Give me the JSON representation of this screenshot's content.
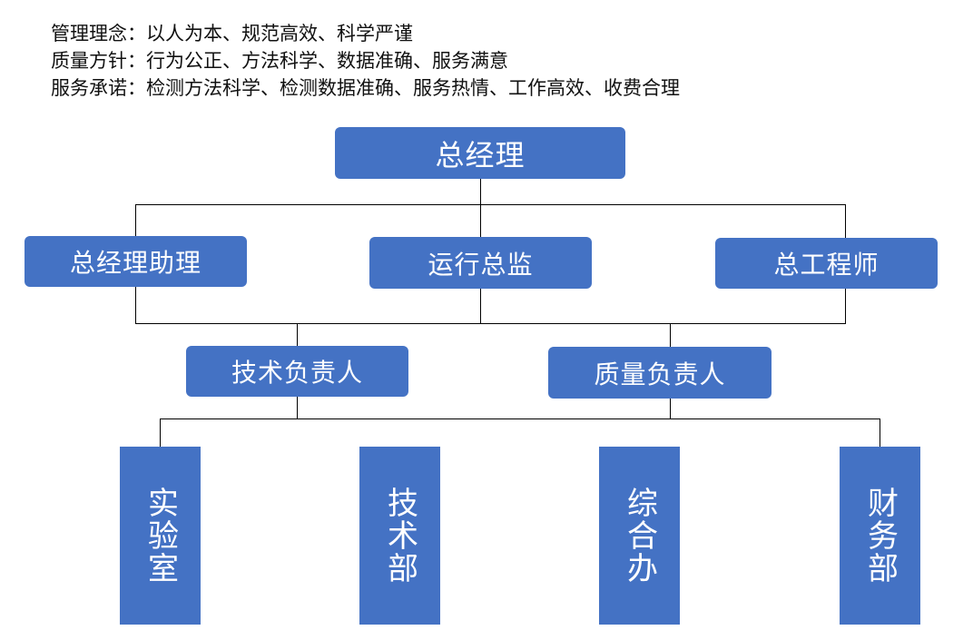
{
  "header": {
    "lines": [
      "管理理念：以人为本、规范高效、科学严谨",
      "质量方针：行为公正、方法科学、数据准确、服务满意",
      "服务承诺：检测方法科学、检测数据准确、服务热情、工作高效、收费合理"
    ]
  },
  "org": {
    "top": "总经理",
    "level2": [
      "总经理助理",
      "运行总监",
      "总工程师"
    ],
    "level3": [
      "技术负责人",
      "质量负责人"
    ],
    "departments": [
      "实验室",
      "技术部",
      "综合办",
      "财务部"
    ]
  },
  "colors": {
    "box": "#4472C4",
    "line": "#000000",
    "text": "#111111"
  }
}
